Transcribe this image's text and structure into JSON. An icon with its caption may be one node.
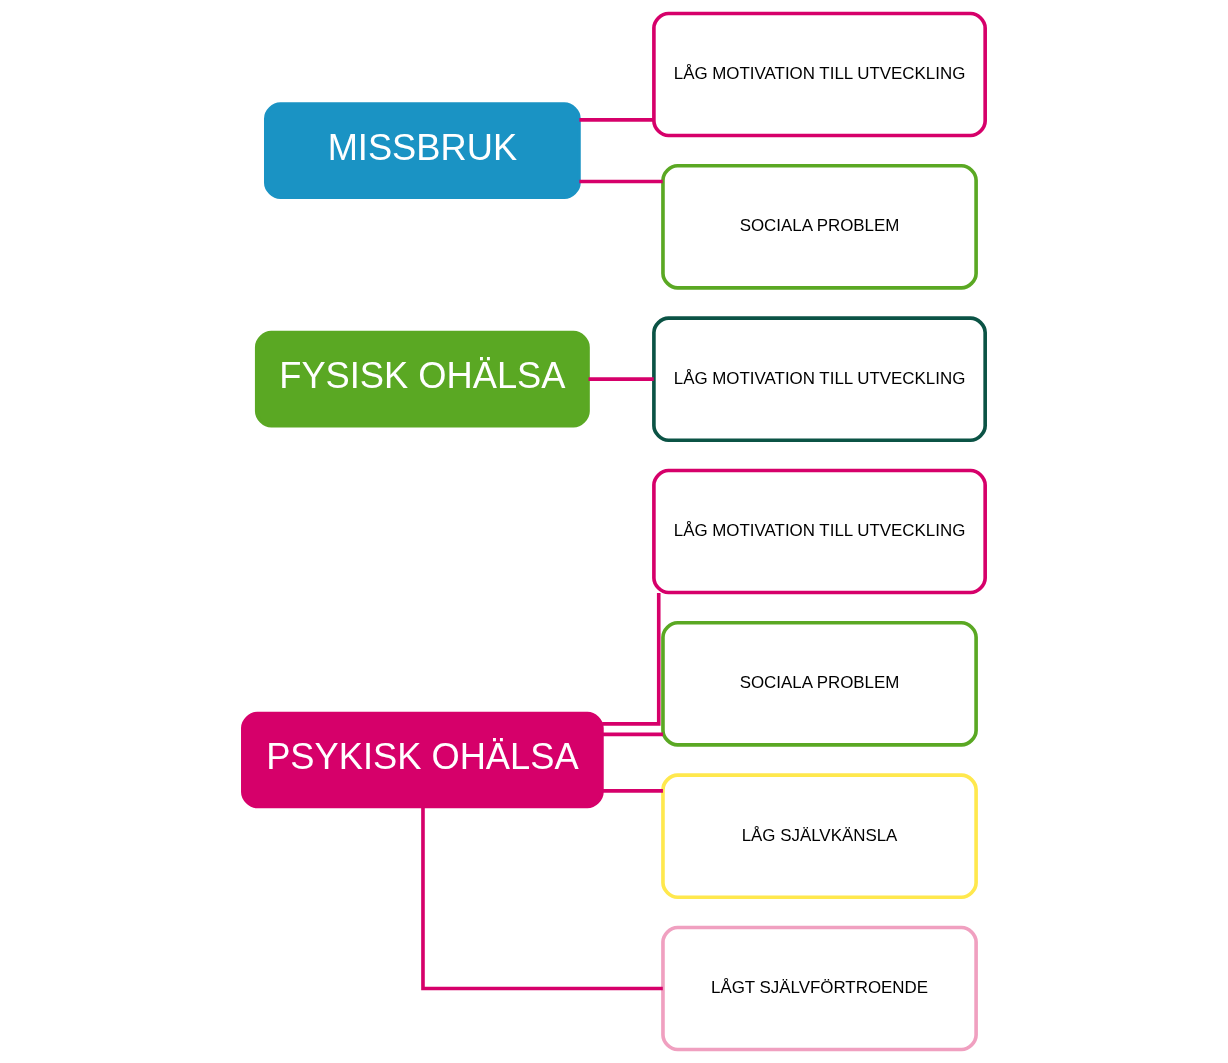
{
  "diagram": {
    "nodes": [
      {
        "text": [
          "PSYKISK OHÄLSA"
        ]
      },
      {
        "text": [
          "LÅG MOTIVATION TILL UTVECKLING"
        ]
      },
      {
        "text": [
          "SOCIALA PROBLEM"
        ]
      },
      {
        "text": [
          "LÅG SJÄLVKÄNSLA"
        ]
      },
      {
        "text": [
          "LÅGT SJÄLVFÖRTROENDE"
        ]
      },
      {
        "text": [
          "FYSISK OHÄLSA"
        ]
      },
      {
        "text": [
          "LÅG MOTIVATION TILL UTVECKLING"
        ]
      },
      {
        "text": [
          "MISSBRUK"
        ]
      },
      {
        "text": [
          "LÅG MOTIVATION TILL UTVECKLING"
        ]
      },
      {
        "text": [
          "SOCIALA PROBLEM"
        ]
      }
    ],
    "edges": [
      {
        "from": 0,
        "to": 1,
        "arrow": "none",
        "color": "#d6006a"
      },
      {
        "from": 0,
        "to": 2,
        "arrow": "none",
        "color": "#d6006a"
      },
      {
        "from": 0,
        "to": 3,
        "arrow": "none",
        "color": "#d6006a"
      },
      {
        "from": 0,
        "to": 4,
        "arrow": "none",
        "color": "#d6006a"
      },
      {
        "from": 5,
        "to": 6,
        "arrow": "none",
        "color": "#d6006a"
      },
      {
        "from": 7,
        "to": 8,
        "arrow": "none",
        "color": "#d6006a"
      },
      {
        "from": 7,
        "to": 9,
        "arrow": "none",
        "color": "#d6006a"
      }
    ]
  }
}
